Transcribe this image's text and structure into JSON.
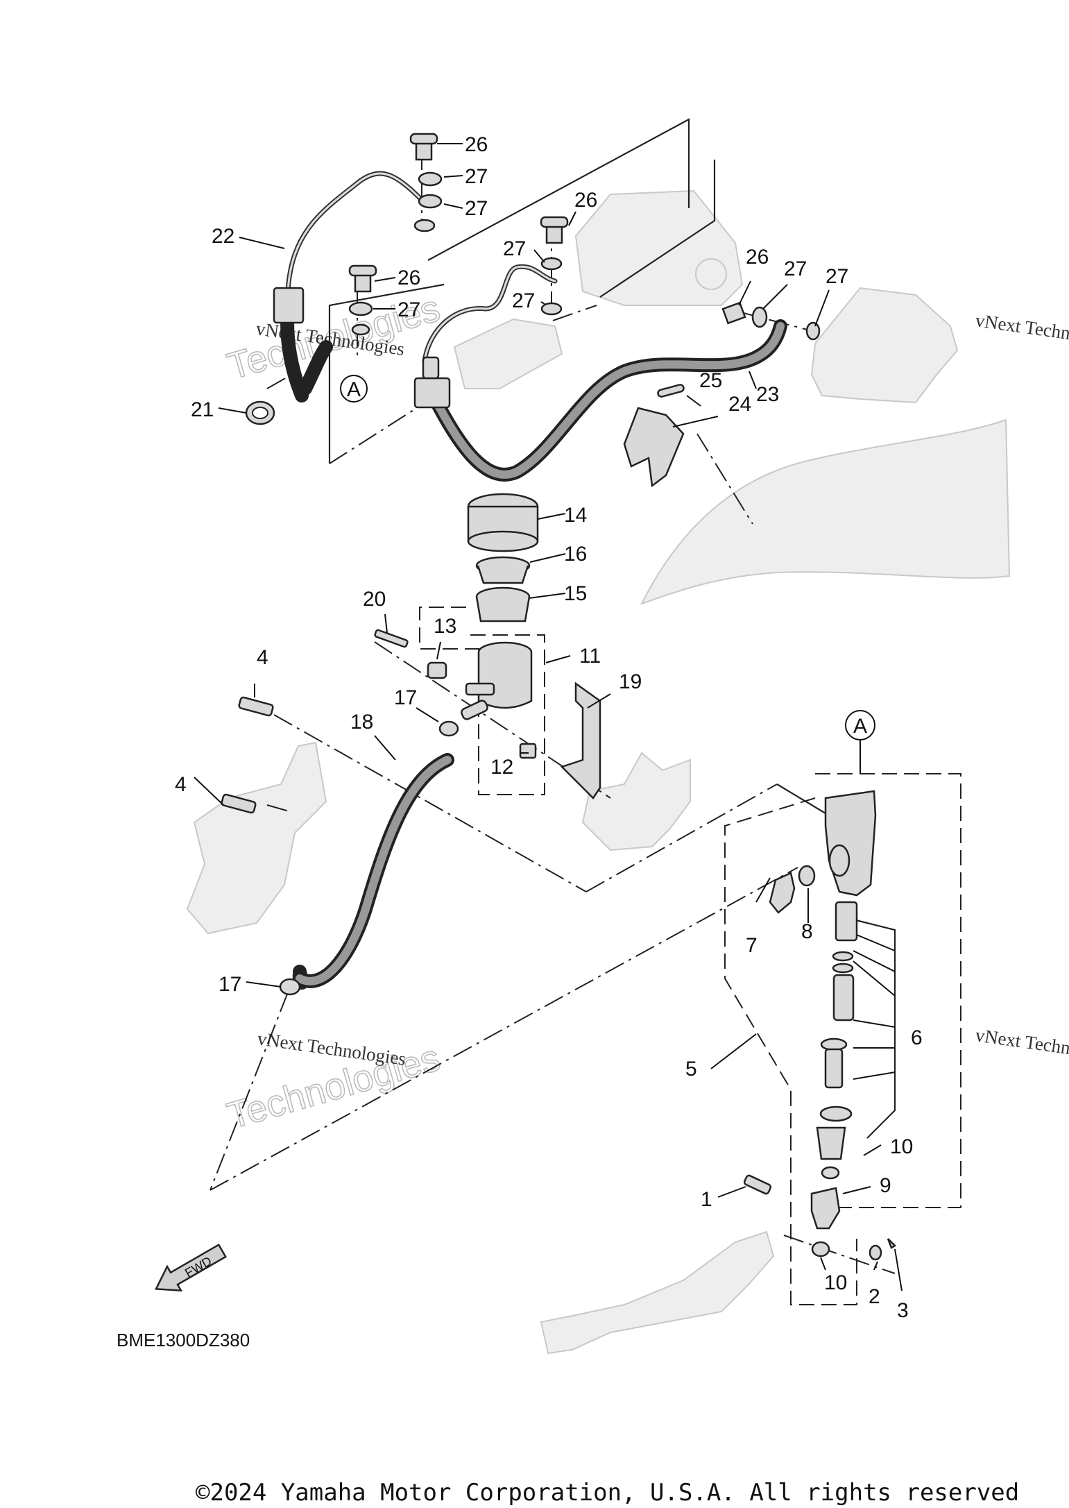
{
  "callouts": {
    "c1": "1",
    "c2": "2",
    "c3": "3",
    "c4a": "4",
    "c4b": "4",
    "c5": "5",
    "c6": "6",
    "c7": "7",
    "c8": "8",
    "c9": "9",
    "c10a": "10",
    "c10b": "10",
    "c11": "11",
    "c12": "12",
    "c13": "13",
    "c14": "14",
    "c15": "15",
    "c16": "16",
    "c17a": "17",
    "c17b": "17",
    "c18": "18",
    "c19": "19",
    "c20": "20",
    "c21": "21",
    "c22": "22",
    "c23": "23",
    "c24": "24",
    "c25": "25",
    "c26a": "26",
    "c26b": "26",
    "c26c": "26",
    "c26d": "26",
    "c27a": "27",
    "c27b": "27",
    "c27c": "27",
    "c27d": "27",
    "c27e": "27",
    "c27f": "27",
    "c27g": "27"
  },
  "reference_markers": {
    "upper": "A",
    "lower": "A"
  },
  "fwd_arrow": "FWD",
  "diagram_code": "BME1300DZ380",
  "copyright": "©2024 Yamaha Motor Corporation, U.S.A. All rights reserved",
  "watermarks": {
    "wm1": "vNext Technologies",
    "wm2": "vNext Technologies",
    "wm3": "vNext Technologies",
    "wm4": "vNext Technologies"
  }
}
